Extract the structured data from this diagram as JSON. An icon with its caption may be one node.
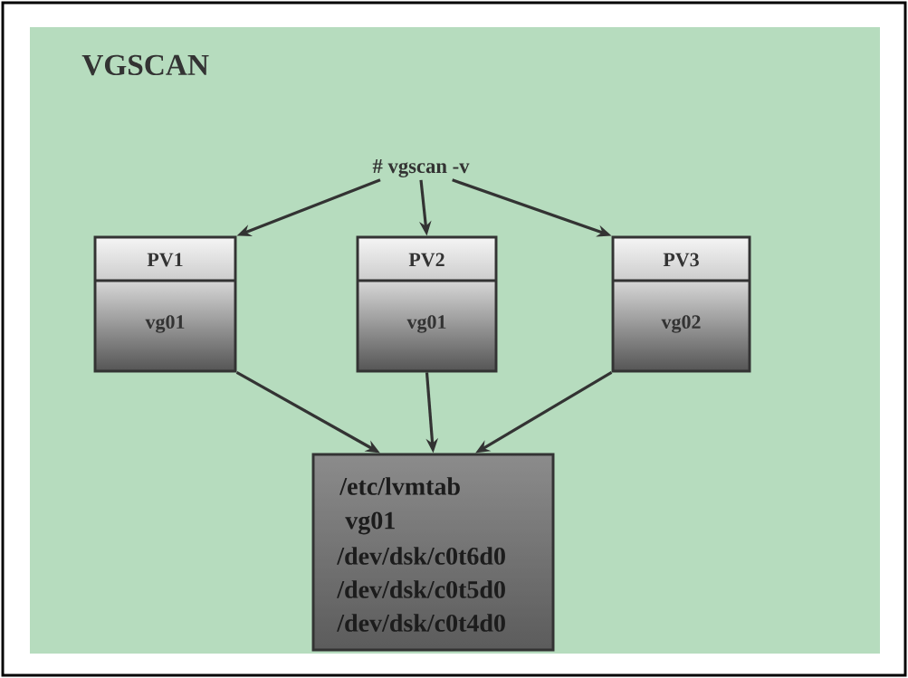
{
  "diagram": {
    "title": "VGSCAN",
    "nodes": [
      {
        "text": [
          "# vgscan -v"
        ]
      },
      {
        "text": [
          "PV1",
          "vg01"
        ]
      },
      {
        "text": [
          "PV2",
          "vg01"
        ]
      },
      {
        "text": [
          "PV3",
          "vg02"
        ]
      },
      {
        "text": [
          "/etc/lvmtab",
          "vg01",
          "/dev/dsk/c0t6d0",
          "/dev/dsk/c0t5d0",
          "/dev/dsk/c0t4d0"
        ]
      }
    ],
    "edges": [
      {
        "from": 0,
        "to": 1,
        "arrow": "to"
      },
      {
        "from": 0,
        "to": 2,
        "arrow": "to"
      },
      {
        "from": 0,
        "to": 3,
        "arrow": "to"
      },
      {
        "from": 1,
        "to": 4,
        "arrow": "to"
      },
      {
        "from": 2,
        "to": 4,
        "arrow": "to"
      },
      {
        "from": 3,
        "to": 4,
        "arrow": "to"
      }
    ]
  }
}
